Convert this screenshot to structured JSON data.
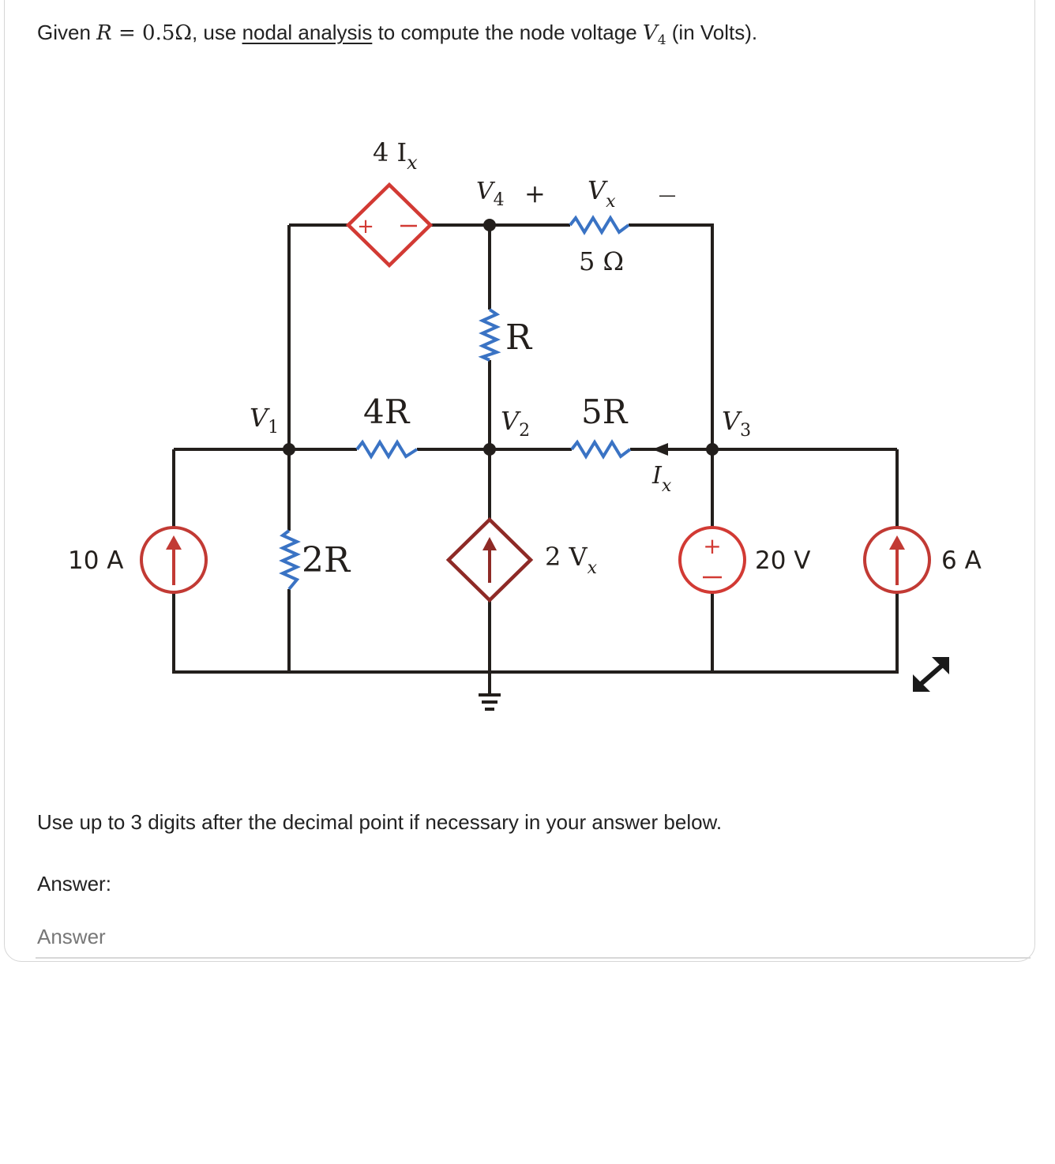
{
  "question": {
    "prefix": "Given ",
    "r_symbol": "R",
    "r_value": " = 0.5Ω",
    "mid": ", use ",
    "link_text": "nodal analysis",
    "after_link": " to compute the node voltage ",
    "v_symbol": "V",
    "v_sub": "4",
    "suffix": " (in Volts)."
  },
  "circuit": {
    "labels": {
      "dep_vsrc": "4 I",
      "dep_vsrc_sub": "x",
      "v4": "V",
      "v4_sub": "4",
      "plus": "+",
      "vx": "V",
      "vx_sub": "x",
      "minus": "—",
      "r5": "5 Ω",
      "r_mid": "R",
      "v1": "V",
      "v1_sub": "1",
      "r4": "4R",
      "v2": "V",
      "v2_sub": "2",
      "r5r": "5R",
      "v3": "V",
      "v3_sub": "3",
      "ix": "I",
      "ix_sub": "x",
      "src10": "10 A",
      "r2": "2R",
      "dep_isrc": "2 V",
      "dep_isrc_sub": "x",
      "src20": "20 V",
      "src6": "6 A"
    },
    "colors": {
      "wire": "#231f1c",
      "resistor": "#3a73c4",
      "dep_source": "#d23a34",
      "isource": "#c23a34",
      "dep_isource": "#8e2a26"
    }
  },
  "hint": "Use up to 3 digits after the decimal point if necessary in your answer below.",
  "answer": {
    "label": "Answer:",
    "placeholder": "Answer"
  },
  "icons": {
    "expand": "expand-icon"
  }
}
